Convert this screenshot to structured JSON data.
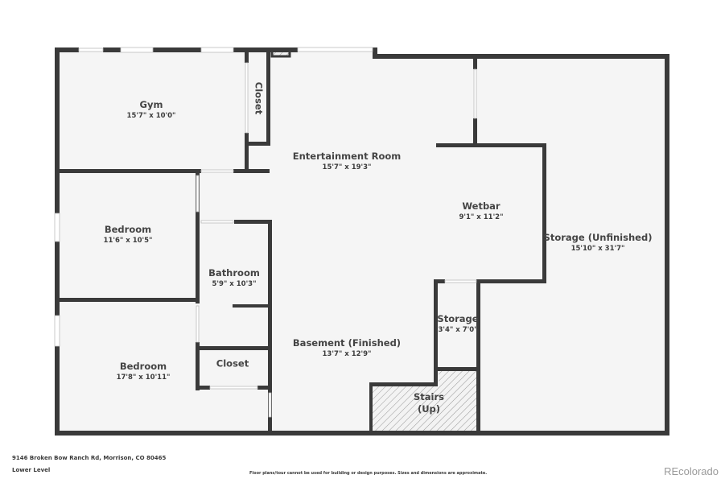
{
  "floor_plan": {
    "level": "Lower Level",
    "colors": {
      "wall": "#3a3a3a",
      "floor": "#f5f5f5",
      "background": "#ffffff",
      "text": "#444444",
      "brand": "#9a9a9a"
    },
    "rooms": [
      {
        "id": "gym",
        "name": "Gym",
        "dimensions": "15'7\" x 10'0\""
      },
      {
        "id": "closet-top",
        "name": "Closet",
        "dimensions": ""
      },
      {
        "id": "entertainment-room",
        "name": "Entertainment Room",
        "dimensions": "15'7\" x 19'3\""
      },
      {
        "id": "wetbar",
        "name": "Wetbar",
        "dimensions": "9'1\" x 11'2\""
      },
      {
        "id": "storage-unfinished",
        "name": "Storage (Unfinished)",
        "dimensions": "15'10\" x 31'7\""
      },
      {
        "id": "bedroom-1",
        "name": "Bedroom",
        "dimensions": "11'6\" x 10'5\""
      },
      {
        "id": "bathroom",
        "name": "Bathroom",
        "dimensions": "5'9\" x 10'3\""
      },
      {
        "id": "storage-small",
        "name": "Storage",
        "dimensions": "3'4\" x 7'0\""
      },
      {
        "id": "basement",
        "name": "Basement (Finished)",
        "dimensions": "13'7\" x 12'9\""
      },
      {
        "id": "bedroom-2",
        "name": "Bedroom",
        "dimensions": "17'8\" x 10'11\""
      },
      {
        "id": "closet-bottom",
        "name": "Closet",
        "dimensions": ""
      },
      {
        "id": "stairs",
        "name": "Stairs",
        "dimensions": "(Up)"
      }
    ]
  },
  "footer": {
    "address": "9146 Broken Bow Ranch Rd, Morrison, CO 80465",
    "level": "Lower Level",
    "disclaimer": "Floor plans/tour cannot be used for building or design purposes. Sizes and dimensions are approximate.",
    "brand": "REcolorado"
  }
}
